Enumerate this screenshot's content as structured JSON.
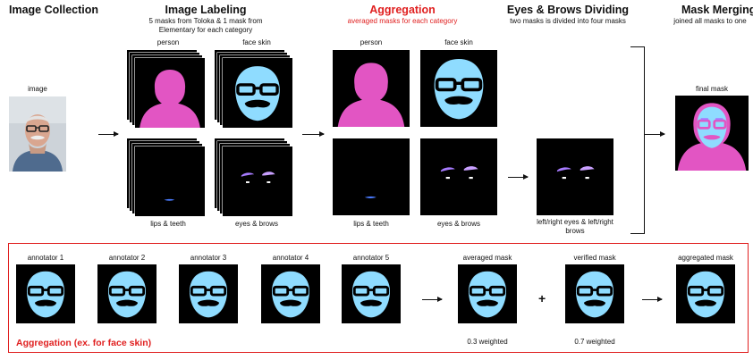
{
  "sections": {
    "image_collection": {
      "title": "Image Collection",
      "image_label": "image"
    },
    "image_labeling": {
      "title": "Image Labeling",
      "subtitle": "5 masks from Toloka & 1 mask from Elementary for each category",
      "labels": [
        "person",
        "face skin",
        "lips & teeth",
        "eyes & brows"
      ]
    },
    "aggregation": {
      "title": "Aggregation",
      "subtitle": "averaged masks for each category",
      "labels": [
        "person",
        "face skin",
        "lips & teeth",
        "eyes & brows"
      ]
    },
    "eyes_brows": {
      "title": "Eyes & Brows Dividing",
      "subtitle": "two masks is divided into four masks",
      "label": "left/right eyes & left/right brows"
    },
    "mask_merging": {
      "title": "Mask Merging",
      "subtitle": "joined all masks to one",
      "label": "final mask"
    }
  },
  "aggregation_example": {
    "title": "Aggregation (ex. for face skin)",
    "annotators": [
      "annotator 1",
      "annotator 2",
      "annotator 3",
      "annotator 4",
      "annotator 5"
    ],
    "averaged": {
      "label": "averaged mask",
      "weight": "0.3 weighted"
    },
    "plus": "+",
    "verified": {
      "label": "verified mask",
      "weight": "0.7 weighted"
    },
    "aggregated": {
      "label": "aggregated mask"
    }
  },
  "colors": {
    "accent_red": "#e02020",
    "person_mask": "#e255c3",
    "face_skin_mask": "#8fdcff",
    "brows_mask": "#a77bff",
    "lips_mask": "#4a7bff",
    "background": "#000000"
  }
}
